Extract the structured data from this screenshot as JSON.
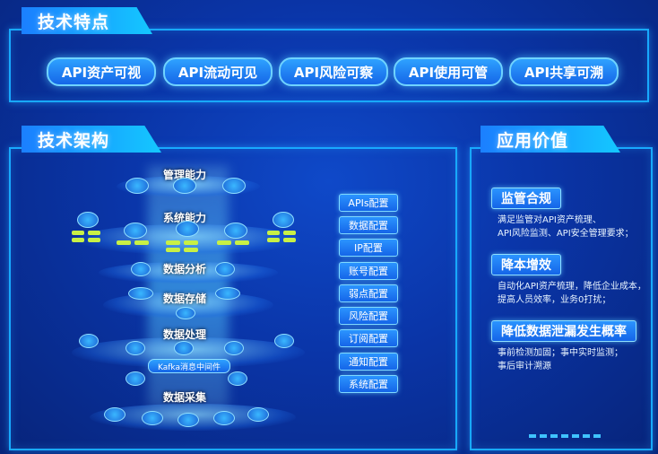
{
  "features": {
    "title": "技术特点",
    "items": [
      "API资产可视",
      "API流动可见",
      "API风险可察",
      "API使用可管",
      "API共享可溯"
    ]
  },
  "architecture": {
    "title": "技术架构",
    "layers": [
      "管理能力",
      "系统能力",
      "数据分析",
      "数据存储",
      "数据处理",
      "数据采集"
    ],
    "middleware": "Kafka消息中间件",
    "config_buttons": [
      "APIs配置",
      "数据配置",
      "IP配置",
      "账号配置",
      "弱点配置",
      "风险配置",
      "订阅配置",
      "通知配置",
      "系统配置"
    ]
  },
  "value": {
    "title": "应用价值",
    "sections": [
      {
        "heading": "监管合规",
        "lines": [
          "满足监管对API资产梳理、",
          "API风险监测、API安全管理要求；"
        ]
      },
      {
        "heading": "降本增效",
        "lines": [
          "自动化API资产梳理，降低企业成本，",
          "提高人员效率，业务0打扰；"
        ]
      },
      {
        "heading": "降低数据泄漏发生概率",
        "lines": [
          "事前检测加固；事中实时监测；",
          "事后审计溯源"
        ]
      }
    ]
  }
}
